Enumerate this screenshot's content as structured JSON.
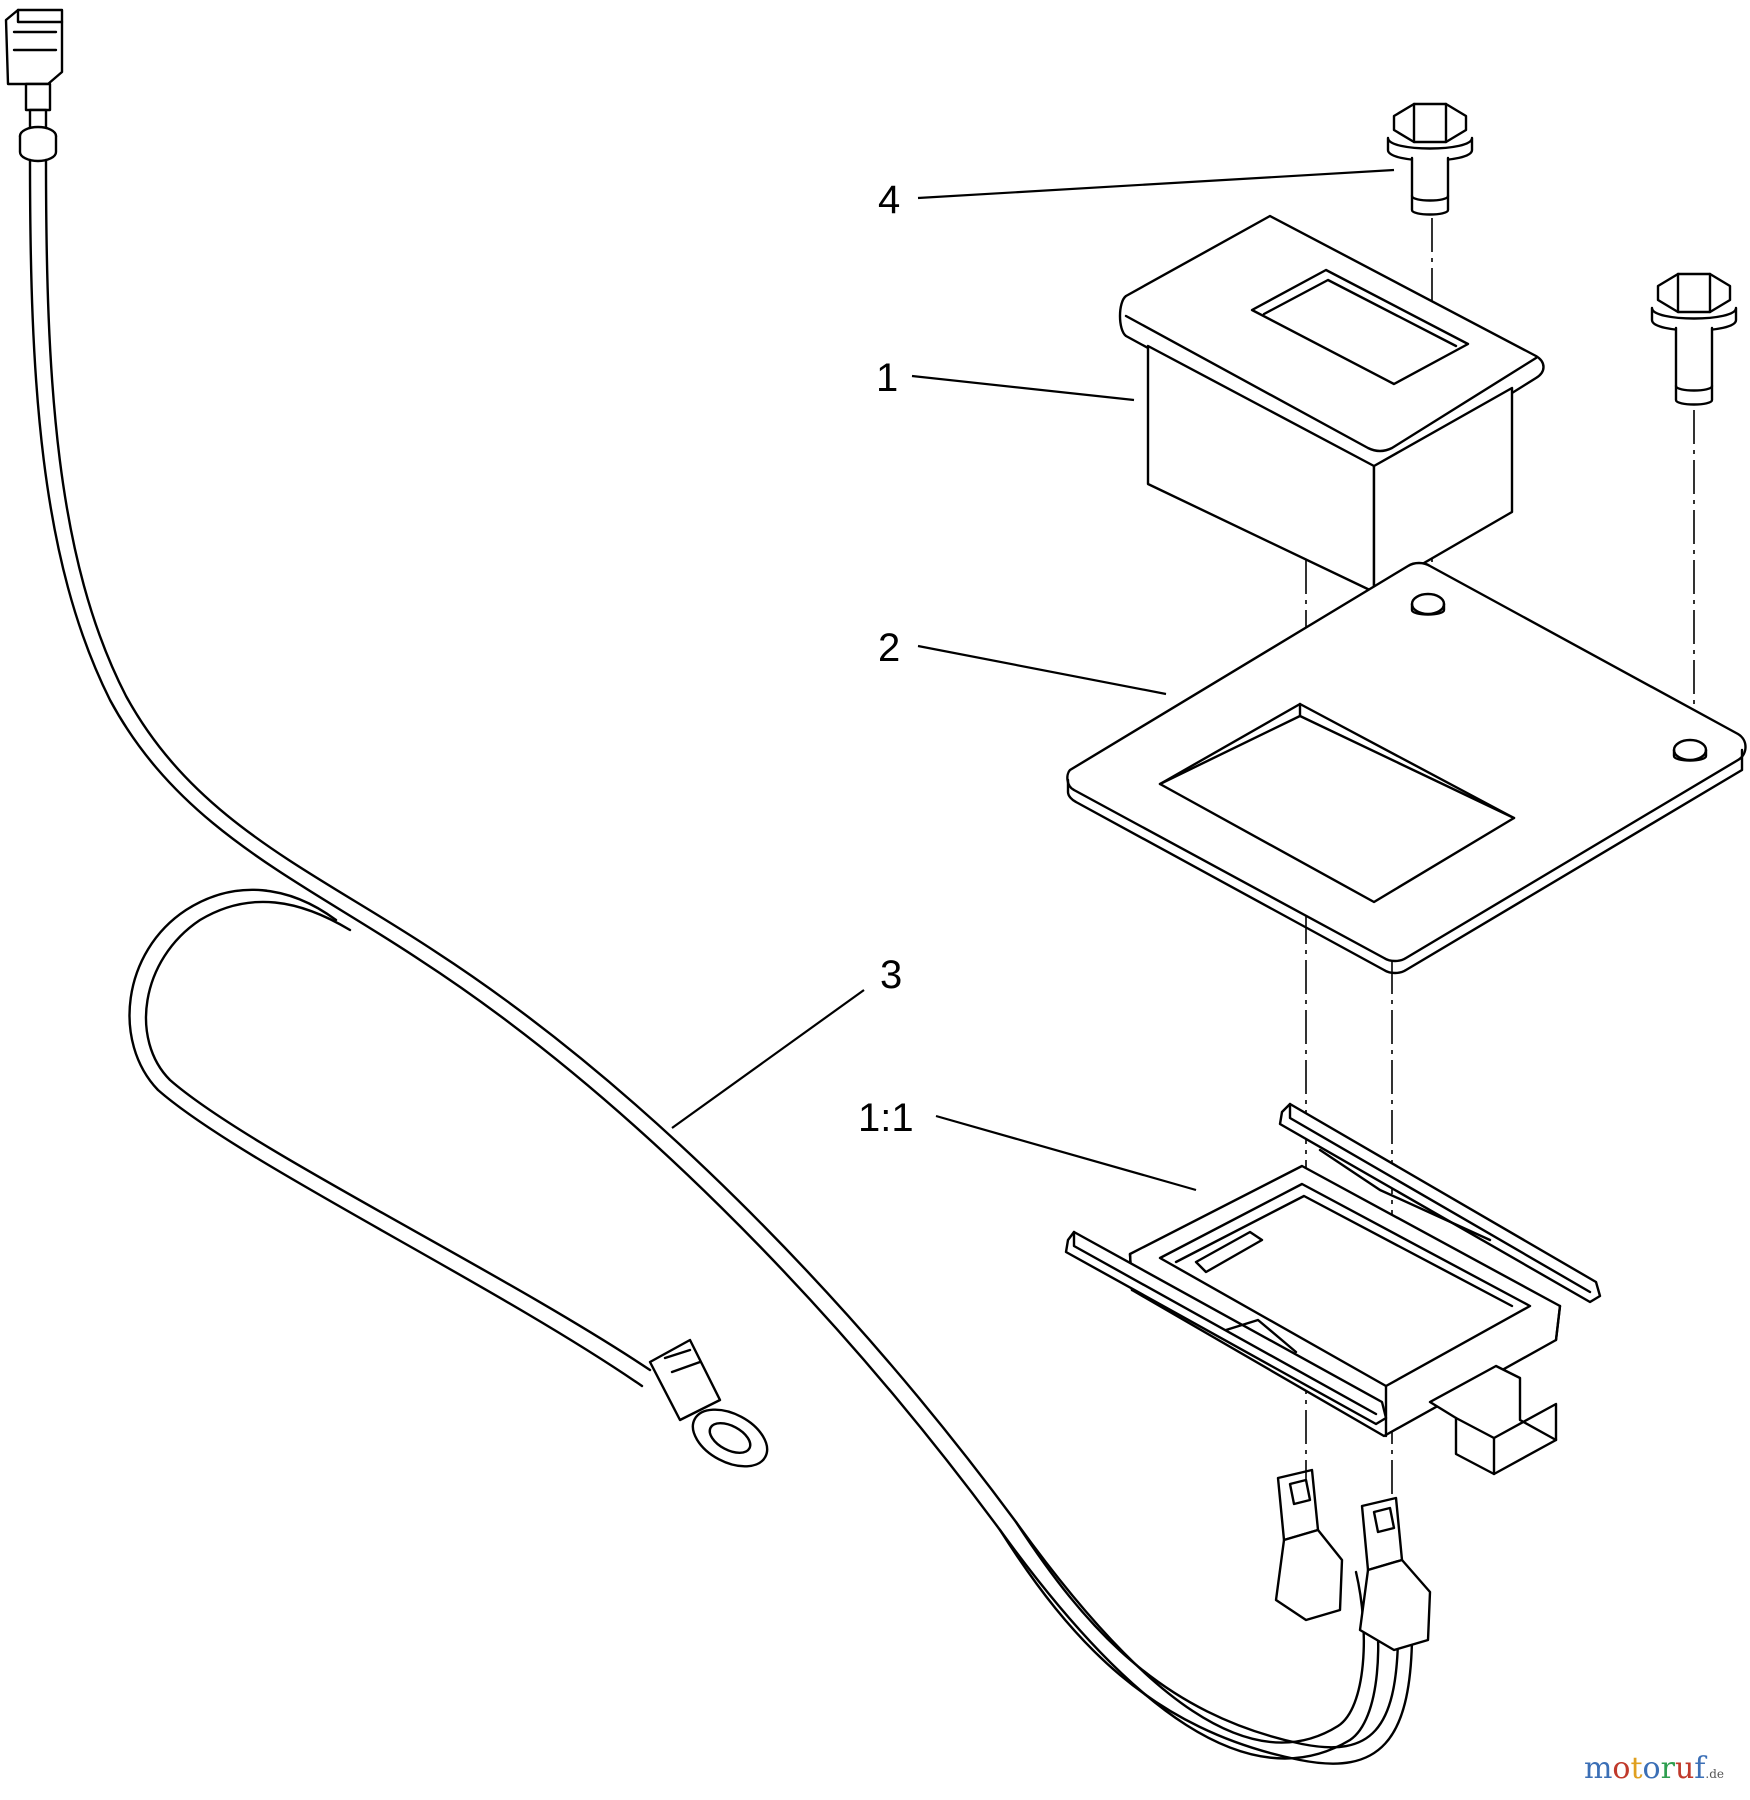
{
  "labels": {
    "part_4": "4",
    "part_1": "1",
    "part_2": "2",
    "part_3": "3",
    "part_1_1": "1:1"
  },
  "watermark": {
    "letters": [
      "m",
      "o",
      "t",
      "o",
      "r",
      "u",
      "f"
    ],
    "suffix": ".de",
    "letter_colors": [
      "#3b6fb6",
      "#c0392b",
      "#e0a020",
      "#3b6fb6",
      "#2e9e4f",
      "#c0392b",
      "#3b6fb6"
    ]
  },
  "colors": {
    "line": "#000000",
    "background": "#ffffff"
  }
}
